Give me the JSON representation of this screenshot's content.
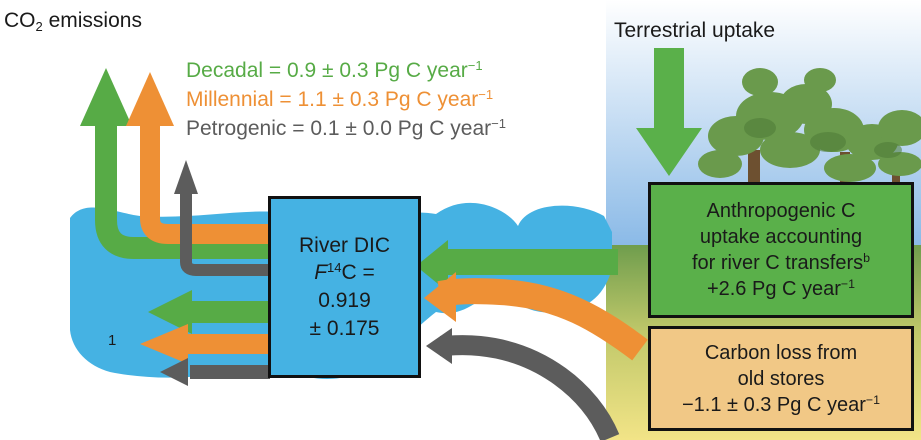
{
  "co2_emissions": {
    "label": "CO",
    "sub": "2",
    "label_tail": " emissions"
  },
  "legend": {
    "decadal": {
      "text": "Decadal = 0.9 ± 0.3 Pg C year",
      "sup": "−1"
    },
    "millennial": {
      "text": "Millennial = 1.1 ± 0.3 Pg C year",
      "sup": "−1"
    },
    "petrogenic": {
      "text": "Petrogenic = 0.1 ± 0.0 Pg C year",
      "sup": "−1"
    }
  },
  "terrestrial_uptake": "Terrestrial uptake",
  "river_dic": {
    "line1": "River DIC",
    "f_label": "F",
    "f_sup": "14",
    "f_tail": "C =",
    "line3": "0.919",
    "line4": "± 0.175"
  },
  "anthropogenic": {
    "line1": "Anthropogenic C",
    "line2": "uptake accounting",
    "line3": "for river C transfers",
    "line3_sup": "b",
    "line4": "+2.6 Pg C year",
    "line4_sup": "−1"
  },
  "carbon_loss": {
    "line1": "Carbon loss from",
    "line2": "old stores",
    "line3": "−1.1 ± 0.3 Pg C year",
    "line3_sup": "−1"
  },
  "side_mark": "1",
  "colors": {
    "decadal": "#57ab46",
    "millennial": "#ee9035",
    "petrogenic": "#5c5c5c",
    "river": "#45b2e3",
    "sky_top": "#ffffff",
    "sky_bottom": "#86b7e6",
    "soil_top": "#6f9d4d",
    "soil_bottom": "#f2e487",
    "tree_canopy": "#6a9a4c"
  },
  "icons": [
    "tree-icon",
    "decadal-arrow-icon",
    "millennial-arrow-icon",
    "petrogenic-arrow-icon",
    "down-arrow-icon"
  ]
}
